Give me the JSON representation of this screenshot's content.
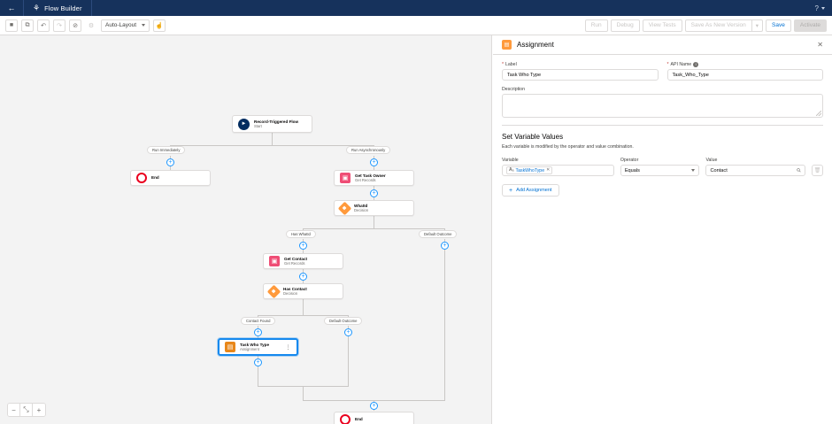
{
  "global_header": {
    "back_icon": "arrow-left-icon",
    "app_icon": "flow-builder-icon",
    "app_name": "Flow Builder",
    "help_icon": "help-question-icon"
  },
  "toolbar": {
    "left_buttons": [
      {
        "name": "toggle-left-panel",
        "icon": "panel-toggle-icon",
        "disabled": false
      },
      {
        "name": "copy-element",
        "icon": "copy-icon",
        "disabled": false
      },
      {
        "name": "undo",
        "icon": "undo-icon",
        "disabled": false
      },
      {
        "name": "redo",
        "icon": "redo-icon",
        "disabled": true
      },
      {
        "name": "toggle-errors",
        "icon": "no-entry-icon",
        "disabled": false
      },
      {
        "name": "flow-settings",
        "icon": "gear-icon",
        "disabled": true
      }
    ],
    "layout_select": {
      "value": "Auto-Layout"
    },
    "select_mode_icon": "pointer-icon",
    "right_buttons": [
      {
        "label": "Run",
        "state": "disabled"
      },
      {
        "label": "Debug",
        "state": "disabled"
      },
      {
        "label": "View Tests",
        "state": "disabled"
      },
      {
        "label": "Save As New Version",
        "state": "disabled"
      },
      {
        "label": "Save",
        "state": "active"
      },
      {
        "label": "Activate",
        "state": "primary-disabled"
      }
    ]
  },
  "canvas": {
    "zoom_controls": [
      {
        "name": "zoom-out-button",
        "glyph": "−"
      },
      {
        "name": "zoom-to-fit-button",
        "glyph": "⤡"
      },
      {
        "name": "zoom-in-button",
        "glyph": "+"
      }
    ],
    "nodes": [
      {
        "id": "start",
        "title": "Record-Triggered Flow",
        "subtitle": "Start",
        "icon": "play-icon",
        "type": "start"
      },
      {
        "id": "end-left",
        "title": "End",
        "subtitle": "",
        "icon": "stop-icon",
        "type": "end"
      },
      {
        "id": "get-task-owner",
        "title": "Get Task Owner",
        "subtitle": "Get Records",
        "icon": "get-records-icon",
        "type": "element"
      },
      {
        "id": "whatid",
        "title": "WhatId",
        "subtitle": "Decision",
        "icon": "decision-icon",
        "type": "decision"
      },
      {
        "id": "get-contact",
        "title": "Get Contact",
        "subtitle": "Get Records",
        "icon": "get-records-icon",
        "type": "element"
      },
      {
        "id": "has-contact",
        "title": "Has Contact",
        "subtitle": "Decision",
        "icon": "decision-icon",
        "type": "decision"
      },
      {
        "id": "task-who-type",
        "title": "Task Who Type",
        "subtitle": "Assignment",
        "icon": "assignment-icon",
        "type": "element",
        "selected": true
      },
      {
        "id": "end-bottom",
        "title": "End",
        "subtitle": "",
        "icon": "stop-icon",
        "type": "end"
      }
    ],
    "branch_labels": [
      {
        "id": "run-immediately",
        "label": "Run Immediately"
      },
      {
        "id": "run-asynchronously",
        "label": "Run Asynchronously"
      },
      {
        "id": "has-whatid",
        "label": "Has WhatId"
      },
      {
        "id": "default-outcome-1",
        "label": "Default Outcome"
      },
      {
        "id": "contact-found",
        "label": "Contact Found"
      },
      {
        "id": "default-outcome-2",
        "label": "Default Outcome"
      }
    ]
  },
  "panel": {
    "icon": "assignment-icon",
    "title": "Assignment",
    "close_icon": "close-icon",
    "label_field": {
      "label": "Label",
      "required": "*",
      "value": "Task Who Type"
    },
    "api_name_field": {
      "label": "API Name",
      "required": "*",
      "value": "Task_Who_Type",
      "info_icon": "info-icon"
    },
    "description_field": {
      "label": "Description",
      "value": ""
    },
    "set_variable_values": {
      "title": "Set Variable Values",
      "description": "Each variable is modified by the operator and value combination.",
      "columns": {
        "variable": "Variable",
        "operator": "Operator",
        "value": "Value"
      },
      "rows": [
        {
          "variable_pill": {
            "icon": "text-variable-icon",
            "text": "TaskWhoType",
            "remove_icon": "remove-pill-icon"
          },
          "operator": "Equals",
          "value": "Contact",
          "value_search_icon": "search-icon",
          "delete_icon": "delete-icon"
        }
      ],
      "add_button": {
        "icon": "plus-icon",
        "label": "Add Assignment"
      }
    }
  },
  "colors": {
    "header_blue": "#16325c",
    "accent_blue": "#0070d2",
    "selected_border": "#1589ee",
    "decision_orange": "#ff9a3c",
    "get_records_pink": "#ef4d75",
    "end_red": "#ea001e",
    "start_navy": "#032d60",
    "canvas_bg": "#f3f3f3"
  }
}
